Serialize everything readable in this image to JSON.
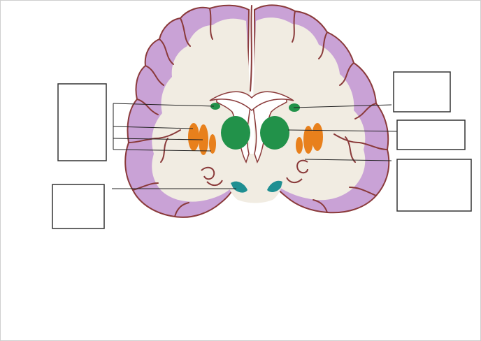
{
  "diagram": {
    "subject": "coronal-brain-section",
    "colors": {
      "cortex": "#c9a2d6",
      "cortex_outline": "#9b77ae",
      "white_matter": "#f1ece2",
      "pia": "#8a3a3a",
      "caudate": "#22924a",
      "putamen_globus_pallidus": "#e8801c",
      "substantia_nigra": "#1f8f92",
      "ventricle": "#ffffff",
      "leader_line": "#222222",
      "label_box_border": "#333333"
    },
    "label_boxes": [
      {
        "id": "left-upper",
        "text": ""
      },
      {
        "id": "left-lower",
        "text": ""
      },
      {
        "id": "right-upper",
        "text": ""
      },
      {
        "id": "right-middle",
        "text": ""
      },
      {
        "id": "right-lower",
        "text": ""
      }
    ]
  }
}
